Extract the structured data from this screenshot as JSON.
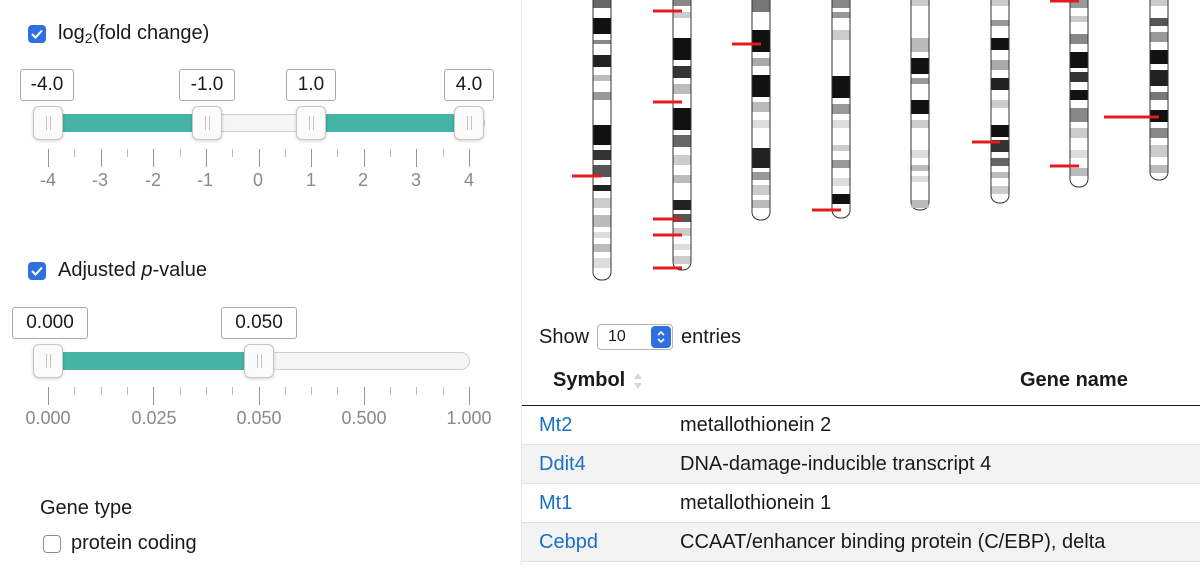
{
  "filters": {
    "log2fc": {
      "checked": true,
      "label_prefix": "log",
      "label_sub": "2",
      "label_suffix": "(fold change)",
      "values": [
        "-4.0",
        "-1.0",
        "1.0",
        "4.0"
      ],
      "tick_labels": [
        "-4",
        "-3",
        "-2",
        "-1",
        "0",
        "1",
        "2",
        "3",
        "4"
      ]
    },
    "padj": {
      "checked": true,
      "label_prefix": "Adjusted ",
      "label_italic": "p",
      "label_suffix": "-value",
      "values": [
        "0.000",
        "0.050"
      ],
      "tick_labels": [
        "0.000",
        "0.025",
        "0.050",
        "0.500",
        "1.000"
      ]
    },
    "gene_type": {
      "title": "Gene type",
      "options": [
        {
          "label": "protein coding",
          "checked": false
        }
      ]
    }
  },
  "colors": {
    "accent": "#2f6fdf",
    "slider_fill": "#45b3a5",
    "gene_marker": "#e41a1c",
    "link": "#1a6fc8"
  },
  "table": {
    "show_label": "Show",
    "page_size": "10",
    "entries_label": "entries",
    "columns": [
      "Symbol",
      "Gene name"
    ],
    "rows": [
      {
        "symbol": "Mt2",
        "name": "metallothionein 2"
      },
      {
        "symbol": "Ddit4",
        "name": "DNA-damage-inducible transcript 4"
      },
      {
        "symbol": "Mt1",
        "name": "metallothionein 1"
      },
      {
        "symbol": "Cebpd",
        "name": "CCAAT/enhancer binding protein (C/EBP), delta"
      }
    ]
  }
}
